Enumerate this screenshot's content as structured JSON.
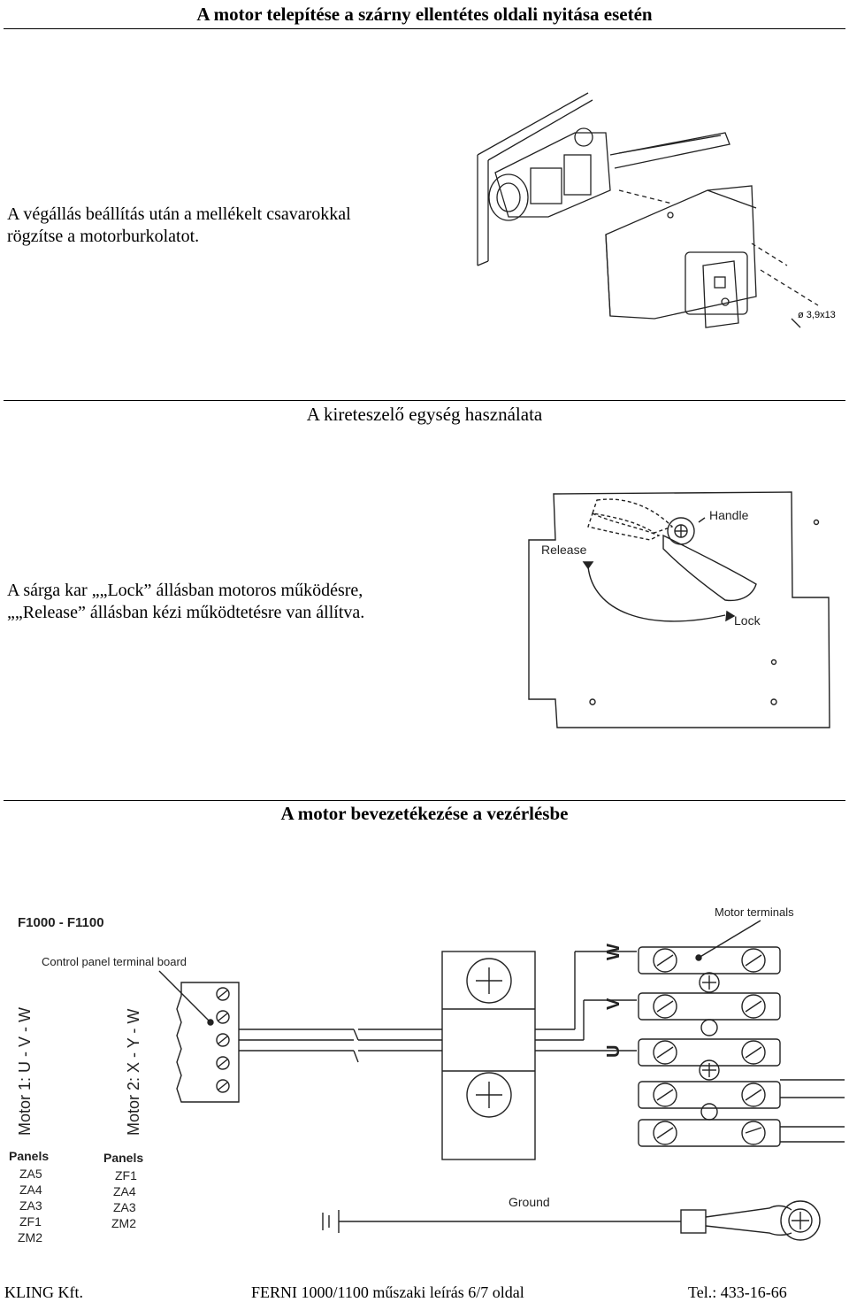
{
  "sections": {
    "title": "A motor telepítése a szárny ellentétes oldali nyitása esetén",
    "install_text": [
      "A végállás beállítás után a mellékelt csavarokkal",
      "rögzítse a motorburkolatot."
    ],
    "lock_heading": "A kireteszelő egység használata",
    "lock_text": [
      "A sárga kar „„Lock” állásban motoros működésre,",
      "„„Release” állásban kézi működtetésre van állítva."
    ],
    "wiring_heading": "A motor bevezetékezése a vezérlésbe"
  },
  "figure_install": {
    "screw_label": "ø 3,9x13"
  },
  "figure_lock": {
    "handle": "Handle",
    "release": "Release",
    "lock": "Lock"
  },
  "figure_wiring": {
    "model": "F1000 - F1100",
    "control_board": "Control panel terminal board",
    "motor_terminals": "Motor terminals",
    "motor1": "Motor 1:  U - V - W",
    "motor2": "Motor 2:  X - Y - W",
    "panels1_title": "Panels",
    "panels1": [
      "ZA5",
      "ZA4",
      "ZA3",
      "ZF1",
      "ZM2"
    ],
    "panels2_title": "Panels",
    "panels2": [
      "ZF1",
      "ZA4",
      "ZA3",
      "ZM2"
    ],
    "terminals": [
      "W",
      "V",
      "U"
    ],
    "ground": "Ground"
  },
  "footer": {
    "left": "KLING Kft.",
    "center": "FERNI 1000/1100 műszaki leírás 6/7 oldal",
    "right": "Tel.: 433-16-66"
  }
}
